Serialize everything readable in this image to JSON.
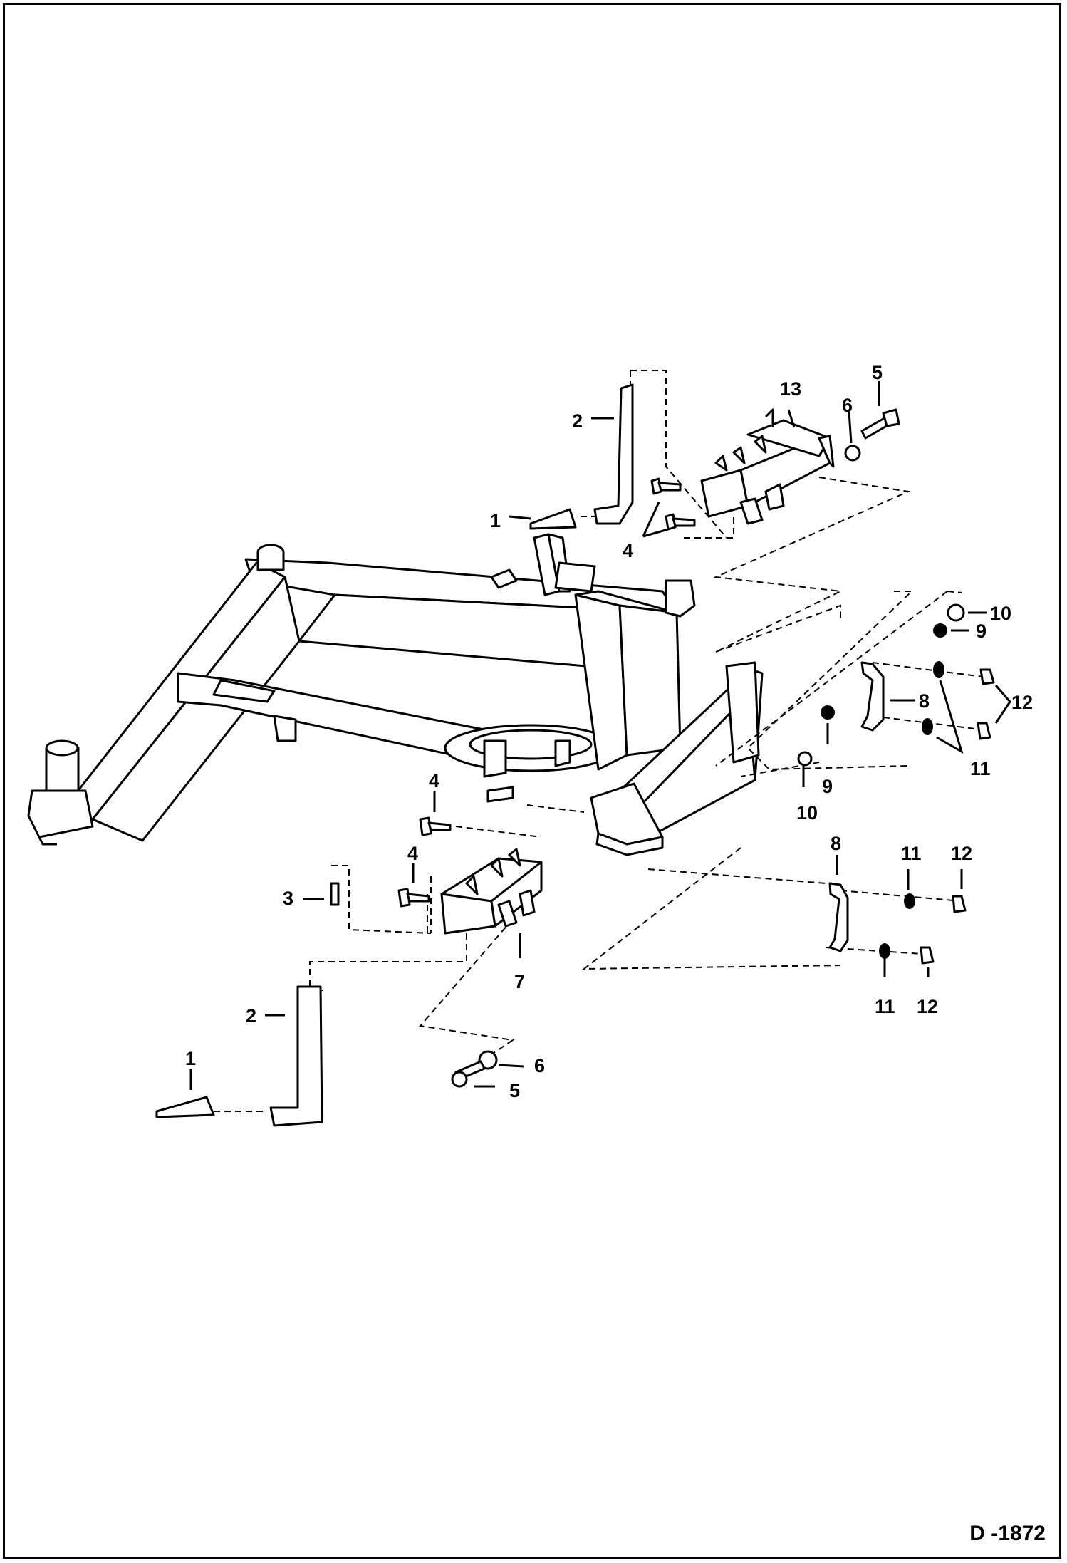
{
  "drawing_number": "D -1872",
  "callouts": [
    {
      "id": "c1a",
      "text": "1"
    },
    {
      "id": "c2a",
      "text": "2"
    },
    {
      "id": "c4a",
      "text": "4"
    },
    {
      "id": "c13",
      "text": "13"
    },
    {
      "id": "c6a",
      "text": "6"
    },
    {
      "id": "c5a",
      "text": "5"
    },
    {
      "id": "c10a",
      "text": "10"
    },
    {
      "id": "c9a",
      "text": "9"
    },
    {
      "id": "c8a",
      "text": "8"
    },
    {
      "id": "c12a",
      "text": "12"
    },
    {
      "id": "c11a",
      "text": "11"
    },
    {
      "id": "c9b",
      "text": "9"
    },
    {
      "id": "c10b",
      "text": "10"
    },
    {
      "id": "c4b",
      "text": "4"
    },
    {
      "id": "c4c",
      "text": "4"
    },
    {
      "id": "c3",
      "text": "3"
    },
    {
      "id": "c7",
      "text": "7"
    },
    {
      "id": "c8b",
      "text": "8"
    },
    {
      "id": "c11b",
      "text": "11"
    },
    {
      "id": "c12b",
      "text": "12"
    },
    {
      "id": "c11c",
      "text": "11"
    },
    {
      "id": "c12c",
      "text": "12"
    },
    {
      "id": "c2b",
      "text": "2"
    },
    {
      "id": "c1b",
      "text": "1"
    },
    {
      "id": "c6b",
      "text": "6"
    },
    {
      "id": "c5b",
      "text": "5"
    }
  ]
}
